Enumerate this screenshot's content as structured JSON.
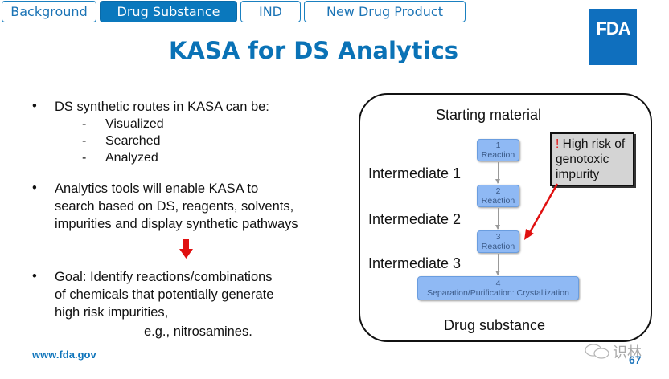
{
  "nav_tabs": [
    {
      "label": "Background",
      "active": false
    },
    {
      "label": "Drug Substance",
      "active": true
    },
    {
      "label": "IND",
      "active": false
    },
    {
      "label": "New Drug Product",
      "active": false
    }
  ],
  "logo": {
    "text": "FDA",
    "color": "#0f6fbe"
  },
  "title": "KASA for DS Analytics",
  "bullets": {
    "b1": {
      "text": "DS synthetic routes in KASA can be:",
      "subitems": [
        "Visualized",
        "Searched",
        "Analyzed"
      ]
    },
    "b2": {
      "line1": "Analytics tools will enable KASA to",
      "line2": "search based on DS, reagents, solvents,",
      "line3": "impurities and display synthetic pathways"
    },
    "b3": {
      "line1": "Goal: Identify reactions/combinations",
      "line2": "of chemicals that potentially generate",
      "line3": "high risk impurities,",
      "line4": "e.g., nitrosamines."
    },
    "bullet_char": "•",
    "dash_char": "-"
  },
  "diagram": {
    "starting_material": "Starting material",
    "intermediate1": "Intermediate 1",
    "intermediate2": "Intermediate 2",
    "intermediate3": "Intermediate 3",
    "drug_substance": "Drug substance",
    "steps": [
      {
        "num": "1",
        "label": "Reaction"
      },
      {
        "num": "2",
        "label": "Reaction"
      },
      {
        "num": "3",
        "label": "Reaction"
      },
      {
        "num": "4",
        "label": "Separation/Purification: Crystallization"
      }
    ],
    "callout": {
      "excl": "!",
      "text": " High risk of genotoxic impurity"
    }
  },
  "footer": {
    "url": "www.fda.gov",
    "page_number": "67",
    "watermark": "识林"
  },
  "colors": {
    "accent": "#0a78bd",
    "arrow_red": "#e01010",
    "reaction_box": "#8fb9f4"
  }
}
